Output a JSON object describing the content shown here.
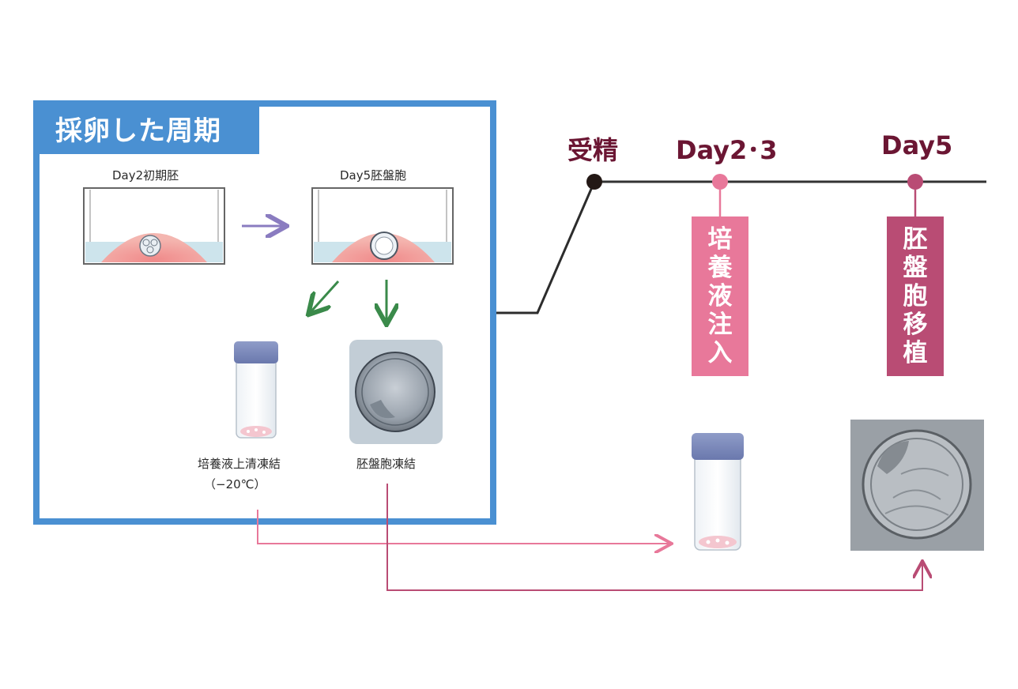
{
  "panel": {
    "title": "採卵した周期",
    "accent_color": "#4a90d2",
    "dish_day2_label": "Day2初期胚",
    "dish_day5_label": "Day5胚盤胞",
    "vial_caption_line1": "培養液上清凍結",
    "vial_caption_line2": "（−20℃）",
    "blastocyst_caption": "胚盤胞凍結"
  },
  "timeline": {
    "fertilization_label": "受精",
    "day23_label": "Day2･3",
    "day5_label": "Day5",
    "day23_box_chars": [
      "培",
      "養",
      "液",
      "注",
      "入"
    ],
    "day5_box_chars": [
      "胚",
      "盤",
      "胞",
      "移",
      "植"
    ],
    "day23_color": "#e8789a",
    "day5_color": "#b94c74",
    "label_color": "#6b1633"
  },
  "icons": {
    "vial": "culture-medium-vial",
    "embryo": "blastocyst-photo"
  }
}
